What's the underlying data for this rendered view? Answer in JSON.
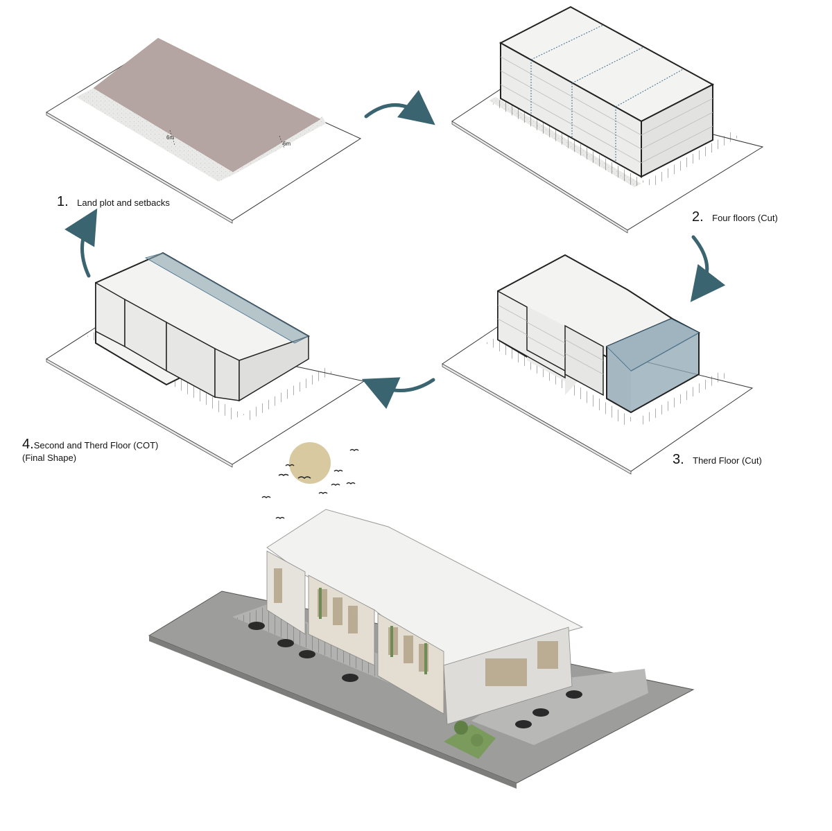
{
  "steps": [
    {
      "number": "1.",
      "label": "Land plot and setbacks"
    },
    {
      "number": "2.",
      "label": "Four floors (Cut)"
    },
    {
      "number": "3.",
      "label": "Therd Floor (Cut)"
    },
    {
      "number": "4.",
      "label": "Second and Therd Floor (COT)",
      "sublabel": "(Final Shape)"
    }
  ],
  "setbacks": {
    "front": "6m",
    "side": "6m"
  },
  "colors": {
    "plot": "#b4a5a2",
    "massing": "#f1f1ef",
    "cut_highlight": "#8ea6b1",
    "arrow": "#3a6470",
    "road": "#9d9d9b",
    "sun": "#d8c9a1"
  },
  "icons": [
    "cycle-arrow-icon",
    "sun-icon",
    "bird-icon",
    "car-icon",
    "tree-icon"
  ]
}
